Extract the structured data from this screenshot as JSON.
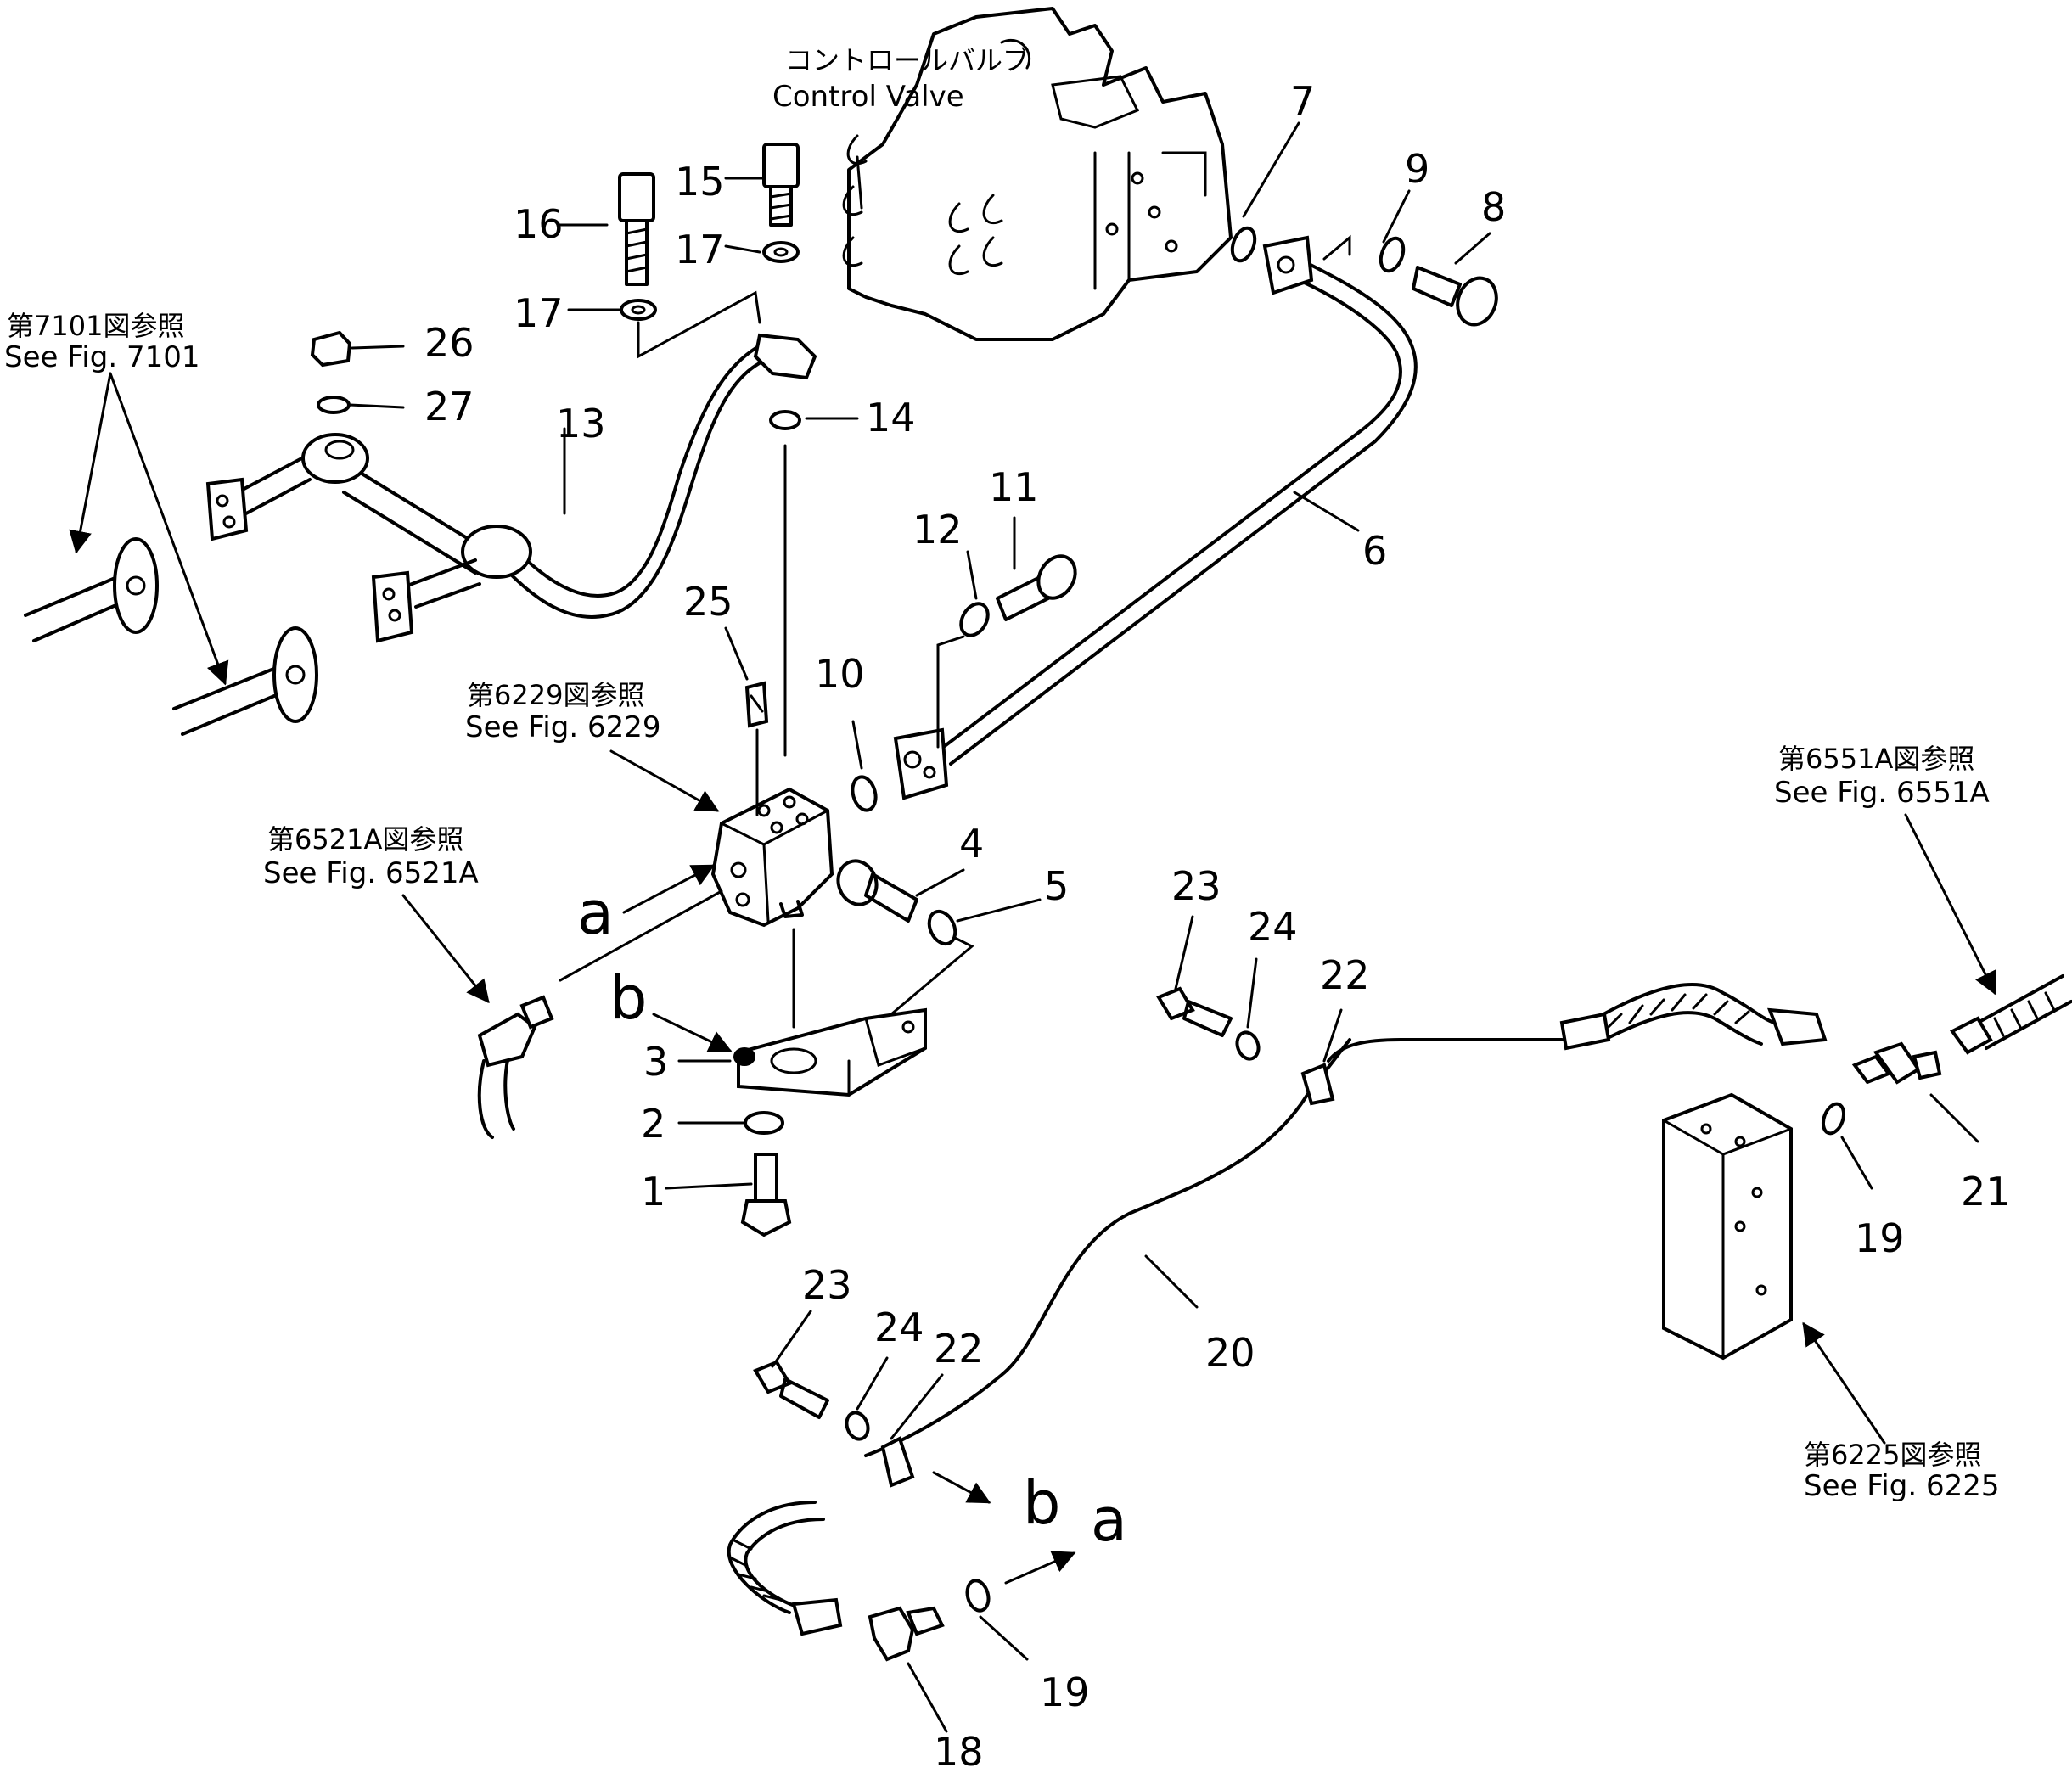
{
  "references": {
    "control_valve_jp": "コントロールバルブ",
    "control_valve_en": "Control  Valve",
    "fig7101_jp": "第7101図参照",
    "fig7101_en": "See  Fig.  7101",
    "fig6229_jp": "第6229図参照",
    "fig6229_en": "See  Fig.  6229",
    "fig6521A_jp": "第6521A図参照",
    "fig6521A_en": "See Fig. 6521A",
    "fig6551A_jp": "第6551A図参照",
    "fig6551A_en": "See Fig. 6551A",
    "fig6225_jp": "第6225図参照",
    "fig6225_en": "See  Fig.  6225"
  },
  "connection_marks": {
    "a_upper": "a",
    "b_upper": "b",
    "b_lower": "b",
    "a_lower": "a"
  },
  "part_numbers": {
    "p1": "1",
    "p2": "2",
    "p3": "3",
    "p4": "4",
    "p5": "5",
    "p6": "6",
    "p7": "7",
    "p8": "8",
    "p9": "9",
    "p10": "10",
    "p11": "11",
    "p12": "12",
    "p13": "13",
    "p14": "14",
    "p15": "15",
    "p16": "16",
    "p17a": "17",
    "p17b": "17",
    "p18": "18",
    "p19a": "19",
    "p19b": "19",
    "p20": "20",
    "p21": "21",
    "p22a": "22",
    "p22b": "22",
    "p23a": "23",
    "p23b": "23",
    "p24a": "24",
    "p24b": "24",
    "p25": "25",
    "p26": "26",
    "p27": "27"
  }
}
